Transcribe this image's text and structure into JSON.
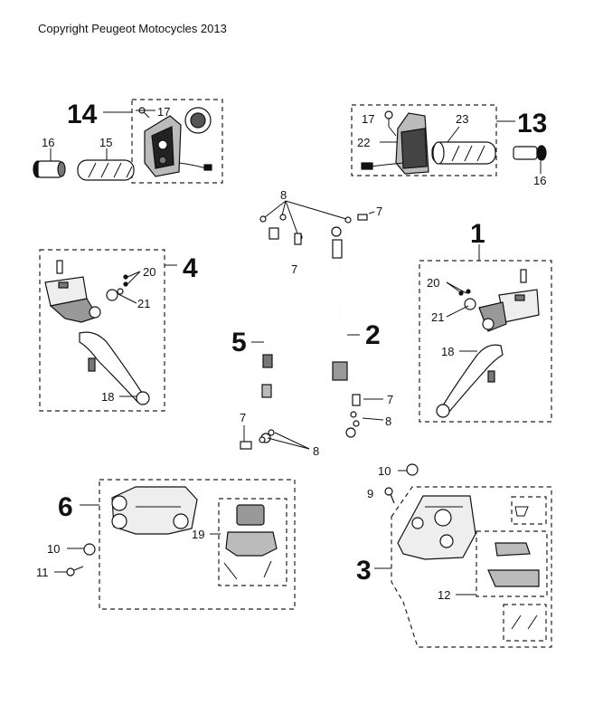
{
  "copyright": "Copyright Peugeot Motocycles 2013",
  "callouts": {
    "n14": "14",
    "n17a": "17",
    "n16a": "16",
    "n15": "15",
    "n17b": "17",
    "n23": "23",
    "n13": "13",
    "n22": "22",
    "n16b": "16",
    "n8a": "8",
    "n7a": "7",
    "n7b": "7",
    "n1": "1",
    "n4": "4",
    "n20a": "20",
    "n21a": "21",
    "n18a": "18",
    "n5": "5",
    "n2": "2",
    "n20b": "20",
    "n21b": "21",
    "n18b": "18",
    "n7c": "7",
    "n8b": "8",
    "n7d": "7",
    "n8c": "8",
    "n10a": "10",
    "n9": "9",
    "n6": "6",
    "n19": "19",
    "n10b": "10",
    "n11": "11",
    "n3": "3",
    "n12": "12"
  }
}
